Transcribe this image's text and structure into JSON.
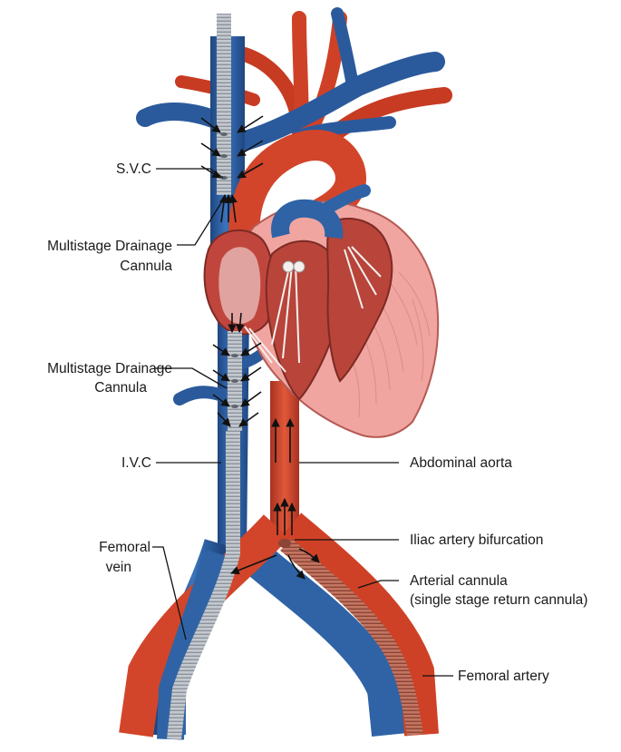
{
  "labels": {
    "svc": "S.V.C",
    "drainage_upper_line1": "Multistage Drainage",
    "drainage_upper_line2": "Cannula",
    "drainage_lower_line1": "Multistage Drainage",
    "drainage_lower_line2": "Cannula",
    "ivc": "I.V.C",
    "abdominal_aorta": "Abdominal aorta",
    "iliac_bifurcation": "Iliac artery bifurcation",
    "arterial_cannula_line1": "Arterial cannula",
    "arterial_cannula_line2": "(single stage return cannula)",
    "femoral_vein_line1": "Femoral",
    "femoral_vein_line2": "vein",
    "femoral_artery": "Femoral artery"
  },
  "colors": {
    "vein_blue": "#2f63a6",
    "vein_blue_dark": "#1f4680",
    "artery_red": "#d2452a",
    "artery_red_dark": "#a83220",
    "myocardium_pink": "#f0a5a0",
    "cannula_grey": "#b8bdc4",
    "arterial_cannula": "#b9614e"
  }
}
